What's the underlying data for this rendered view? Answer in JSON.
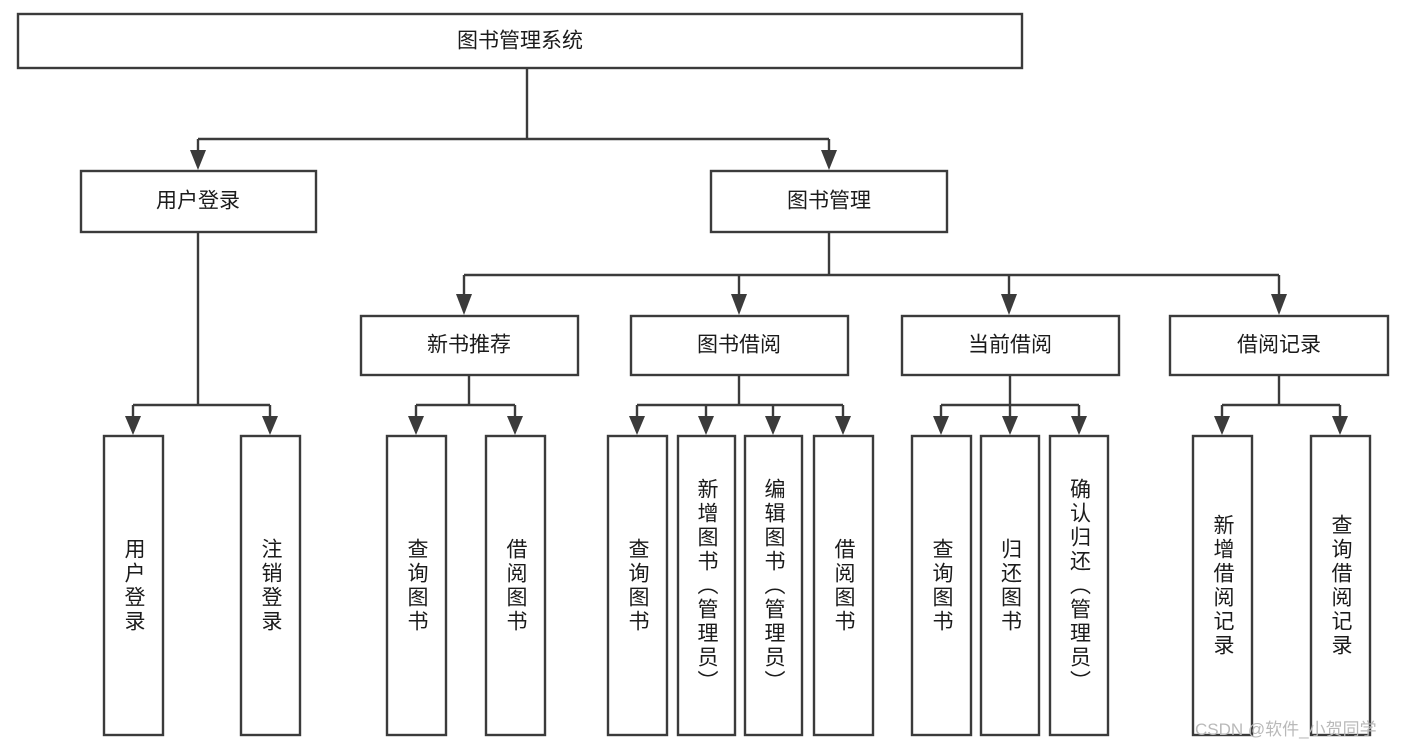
{
  "diagram": {
    "title": "图书管理系统",
    "type": "hierarchy-tree",
    "background_color": "#ffffff",
    "line_color": "#3b3b3b",
    "text_color": "#1b1b1b"
  },
  "levels": {
    "root": {
      "label": "图书管理系统",
      "orientation": "horizontal"
    },
    "level2": [
      {
        "label": "用户登录",
        "orientation": "horizontal"
      },
      {
        "label": "图书管理",
        "orientation": "horizontal"
      }
    ],
    "level3": [
      {
        "label": "新书推荐",
        "orientation": "horizontal"
      },
      {
        "label": "图书借阅",
        "orientation": "horizontal"
      },
      {
        "label": "当前借阅",
        "orientation": "horizontal"
      },
      {
        "label": "借阅记录",
        "orientation": "horizontal"
      }
    ],
    "leaves": [
      {
        "label": "用户登录",
        "orientation": "vertical",
        "parent": "用户登录"
      },
      {
        "label": "注销登录",
        "orientation": "vertical",
        "parent": "用户登录"
      },
      {
        "label": "查询图书",
        "orientation": "vertical",
        "parent": "新书推荐"
      },
      {
        "label": "借阅图书",
        "orientation": "vertical",
        "parent": "新书推荐"
      },
      {
        "label": "查询图书",
        "orientation": "vertical",
        "parent": "图书借阅"
      },
      {
        "label": "新增图书（管理员）",
        "orientation": "vertical",
        "parent": "图书借阅"
      },
      {
        "label": "编辑图书（管理员）",
        "orientation": "vertical",
        "parent": "图书借阅"
      },
      {
        "label": "借阅图书",
        "orientation": "vertical",
        "parent": "图书借阅"
      },
      {
        "label": "查询图书",
        "orientation": "vertical",
        "parent": "当前借阅"
      },
      {
        "label": "归还图书",
        "orientation": "vertical",
        "parent": "当前借阅"
      },
      {
        "label": "确认归还（管理员）",
        "orientation": "vertical",
        "parent": "当前借阅"
      },
      {
        "label": "新增借阅记录",
        "orientation": "vertical",
        "parent": "借阅记录"
      },
      {
        "label": "查询借阅记录",
        "orientation": "vertical",
        "parent": "借阅记录"
      }
    ]
  },
  "watermark": {
    "text": "CSDN @软件_小贺同学"
  }
}
